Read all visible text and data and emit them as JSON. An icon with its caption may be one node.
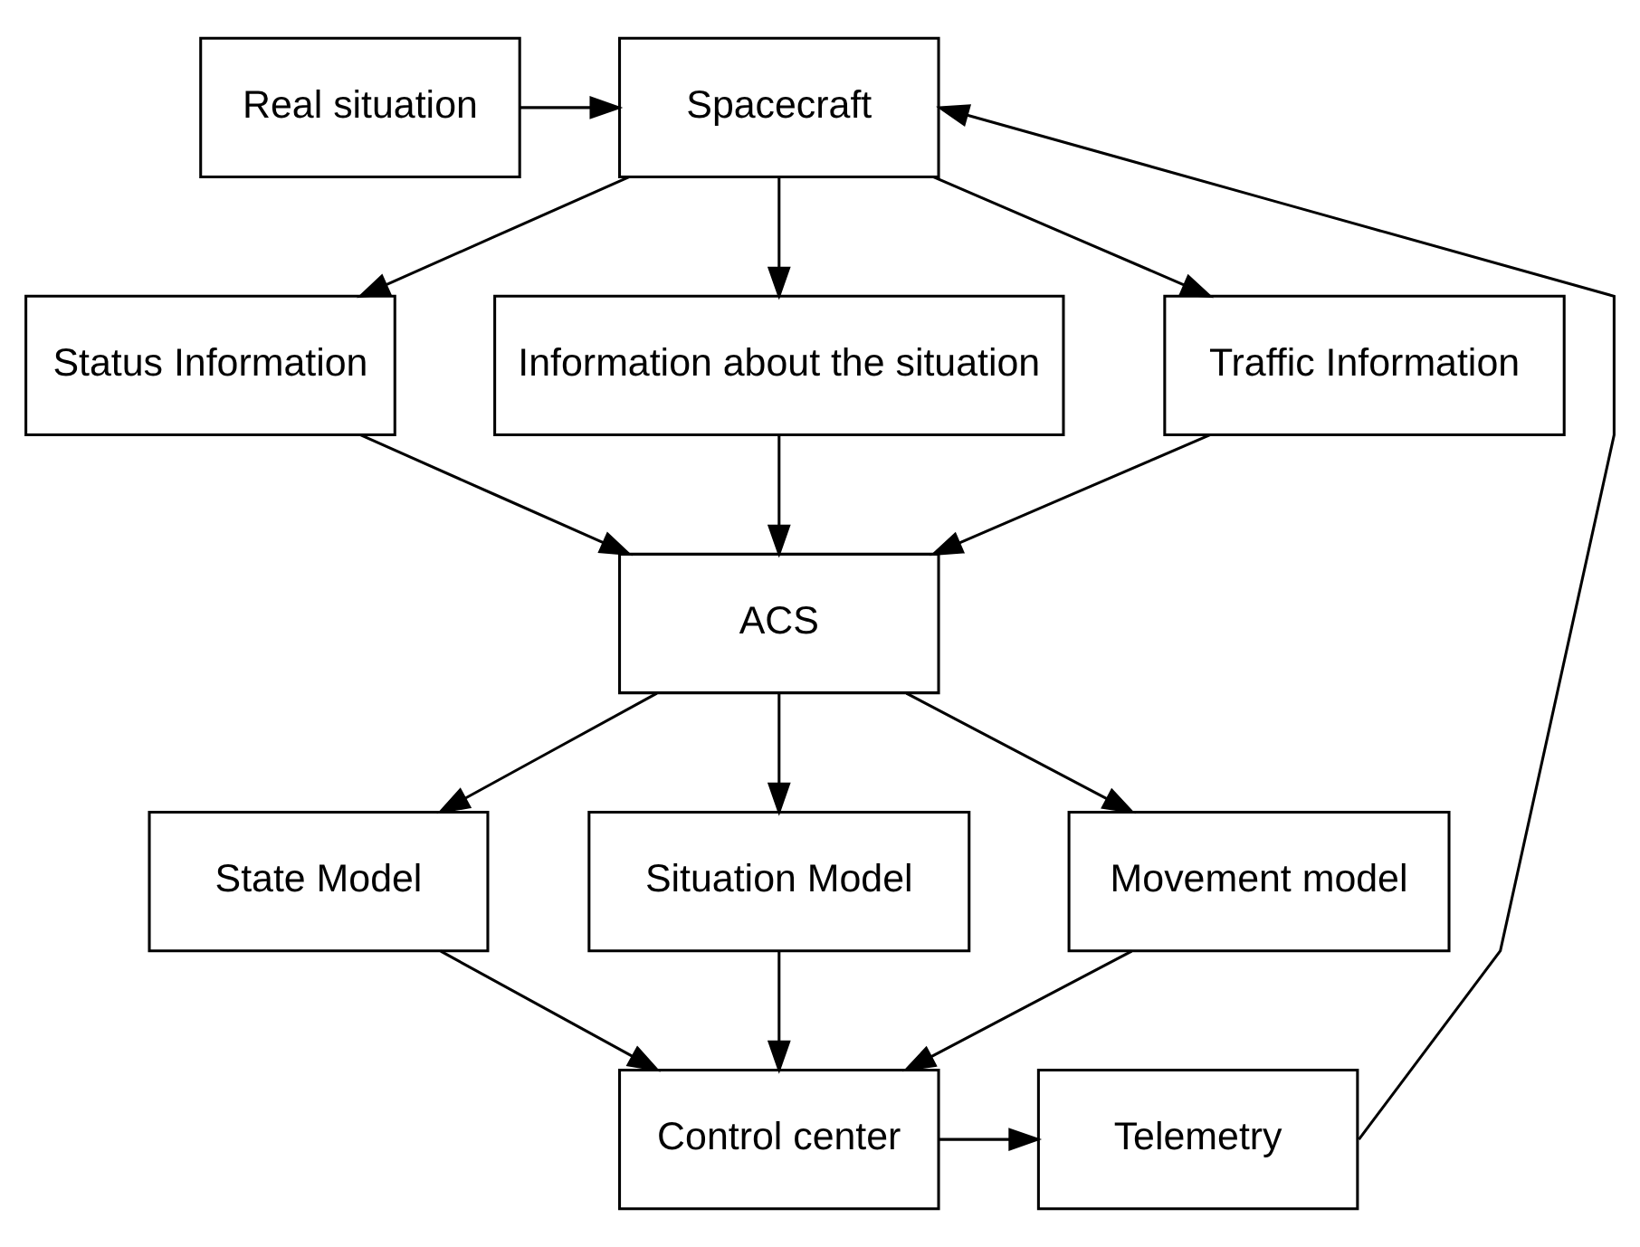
{
  "diagram": {
    "nodes": [
      {
        "text": [
          "Real situation"
        ]
      },
      {
        "text": [
          "Spacecraft"
        ]
      },
      {
        "text": [
          "Status Information"
        ]
      },
      {
        "text": [
          "Information about the situation"
        ]
      },
      {
        "text": [
          "Traffic Information"
        ]
      },
      {
        "text": [
          "ACS"
        ]
      },
      {
        "text": [
          "State Model"
        ]
      },
      {
        "text": [
          "Situation Model"
        ]
      },
      {
        "text": [
          "Movement model"
        ]
      },
      {
        "text": [
          "Control center"
        ]
      },
      {
        "text": [
          "Telemetry"
        ]
      }
    ],
    "edges": [
      {
        "from": 0,
        "to": 1,
        "arrow": "to"
      },
      {
        "from": 1,
        "to": 2,
        "arrow": "to"
      },
      {
        "from": 1,
        "to": 3,
        "arrow": "to"
      },
      {
        "from": 1,
        "to": 4,
        "arrow": "to"
      },
      {
        "from": 2,
        "to": 5,
        "arrow": "to"
      },
      {
        "from": 3,
        "to": 5,
        "arrow": "to"
      },
      {
        "from": 4,
        "to": 5,
        "arrow": "to"
      },
      {
        "from": 5,
        "to": 6,
        "arrow": "to"
      },
      {
        "from": 5,
        "to": 7,
        "arrow": "to"
      },
      {
        "from": 5,
        "to": 8,
        "arrow": "to"
      },
      {
        "from": 6,
        "to": 9,
        "arrow": "to"
      },
      {
        "from": 7,
        "to": 9,
        "arrow": "to"
      },
      {
        "from": 8,
        "to": 9,
        "arrow": "to"
      },
      {
        "from": 9,
        "to": 10,
        "arrow": "to"
      },
      {
        "from": 10,
        "to": 1,
        "arrow": "to"
      }
    ]
  }
}
